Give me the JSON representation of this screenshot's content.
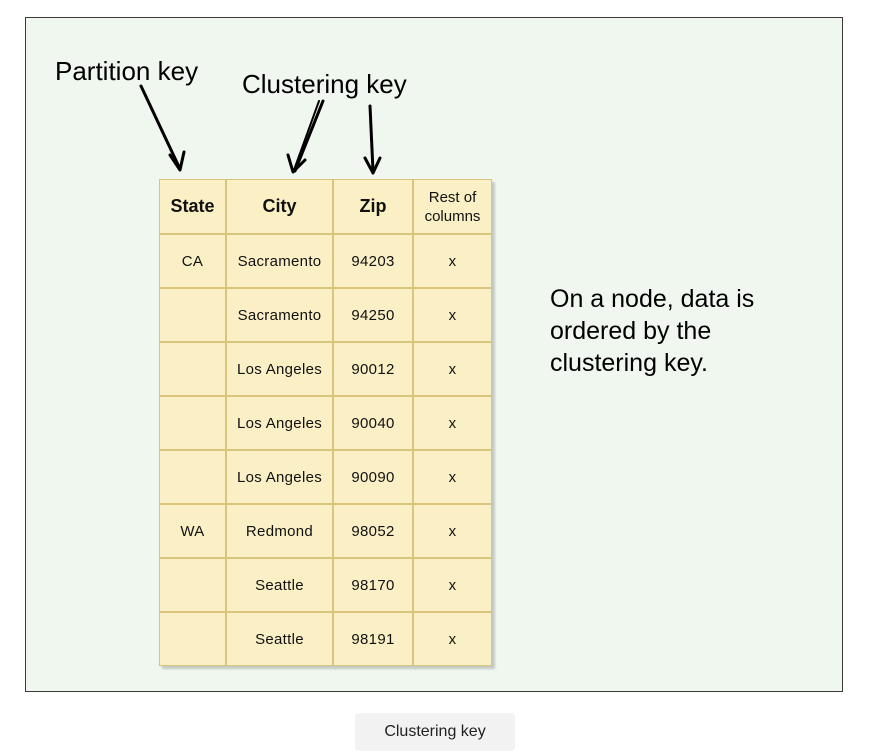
{
  "diagram": {
    "partition_key_label": "Partition key",
    "clustering_key_label": "Clustering key",
    "note": "On a node, data is ordered by the clustering key.",
    "table": {
      "headers": [
        "State",
        "City",
        "Zip",
        "Rest of columns"
      ],
      "rows": [
        [
          "CA",
          "Sacramento",
          "94203",
          "x"
        ],
        [
          "",
          "Sacramento",
          "94250",
          "x"
        ],
        [
          "",
          "Los Angeles",
          "90012",
          "x"
        ],
        [
          "",
          "Los Angeles",
          "90040",
          "x"
        ],
        [
          "",
          "Los Angeles",
          "90090",
          "x"
        ],
        [
          "WA",
          "Redmond",
          "98052",
          "x"
        ],
        [
          "",
          "Seattle",
          "98170",
          "x"
        ],
        [
          "",
          "Seattle",
          "98191",
          "x"
        ]
      ]
    }
  },
  "caption": {
    "label": "Clustering key"
  },
  "colors": {
    "canvas_background": "#f0f7ee",
    "table_fill": "#fbf0c5",
    "table_border": "#d9c47c"
  },
  "icons": [
    "arrow-icon"
  ]
}
